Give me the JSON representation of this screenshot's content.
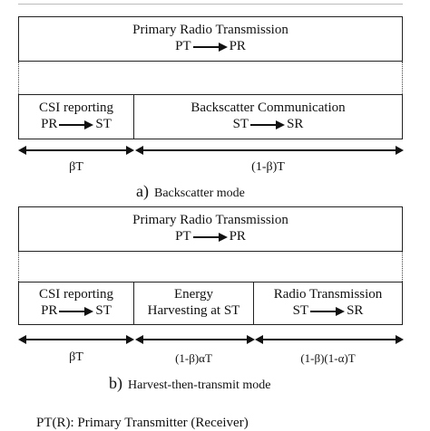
{
  "mode_a": {
    "primary_title": "Primary Radio Transmission",
    "primary_from": "PT",
    "primary_to": "PR",
    "csi_title": "CSI reporting",
    "csi_from": "PR",
    "csi_to": "ST",
    "bc_title": "Backscatter Communication",
    "bc_from": "ST",
    "bc_to": "SR",
    "dur_1": "βT",
    "dur_2": "(1-β)T",
    "caption_letter": "a)",
    "caption_text": "Backscatter mode"
  },
  "mode_b": {
    "primary_title": "Primary Radio Transmission",
    "primary_from": "PT",
    "primary_to": "PR",
    "csi_title": "CSI reporting",
    "csi_from": "PR",
    "csi_to": "ST",
    "eh_line1": "Energy",
    "eh_line2": "Harvesting at ST",
    "rt_title": "Radio Transmission",
    "rt_from": "ST",
    "rt_to": "SR",
    "dur_1": "βT",
    "dur_2": "(1-β)αT",
    "dur_3": "(1-β)(1-α)T",
    "caption_letter": "b)",
    "caption_text": "Harvest-then-transmit mode"
  },
  "legend": "PT(R): Primary Transmitter (Receiver)"
}
